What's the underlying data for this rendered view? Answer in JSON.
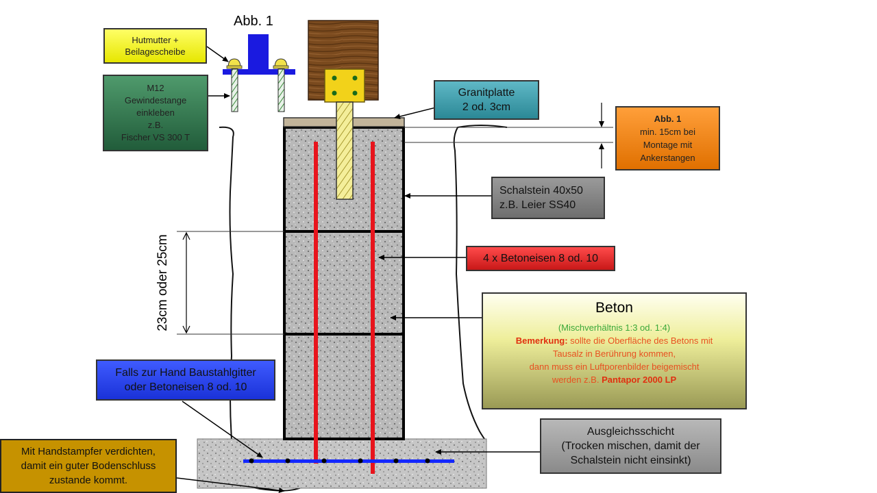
{
  "figure_label": "Abb. 1",
  "dimension_label": "23cm oder 25cm",
  "callouts": {
    "hutmutter": {
      "line1": "Hutmutter +",
      "line2": "Beilagescheibe"
    },
    "gewindestange": {
      "line1": "M12",
      "line2": "Gewindestange",
      "line3": "einkleben",
      "line4": "z.B.",
      "line5": "Fischer VS 300 T"
    },
    "granitplatte": {
      "line1": "Granitplatte",
      "line2": "2 od. 3cm"
    },
    "abb1_note": {
      "title": "Abb. 1",
      "line1": "min. 15cm bei",
      "line2": "Montage mit",
      "line3": "Ankerstangen"
    },
    "schalstein": {
      "line1": "Schalstein 40x50",
      "line2": "z.B. Leier SS40"
    },
    "betoneisen": {
      "text": "4 x Betoneisen 8 od. 10"
    },
    "beton": {
      "title": "Beton",
      "mix": "(Mischverhältnis 1:3 od. 1:4)",
      "remark_label": "Bemerkung:",
      "remark_text1": " sollte die Oberfläche  des Betons mit",
      "remark_line2": "Tausalz in Berührung kommen,",
      "remark_line3": "dann muss ein  Luftporenbilder beigemischt",
      "remark_line4_prefix": "werden z.B. ",
      "remark_product": "Pantapor 2000 LP"
    },
    "baustahlgitter": {
      "line1": "Falls zur Hand Baustahlgitter",
      "line2": "oder Betoneisen 8 od. 10"
    },
    "ausgleichsschicht": {
      "line1": "Ausgleichsschicht",
      "line2": "(Trocken mischen, damit der",
      "line3": "Schalstein nicht einsinkt)"
    },
    "handstampfer": {
      "line1": "Mit Handstampfer verdichten,",
      "line2": "damit ein guter Bodenschluss",
      "line3": "zustande kommt."
    }
  },
  "colors": {
    "rebar": "#e8141c",
    "mesh": "#1428ff",
    "wood": "#7a4a1e",
    "bracket": "#f2d21a",
    "anchor_blue": "#1a1ae0"
  }
}
